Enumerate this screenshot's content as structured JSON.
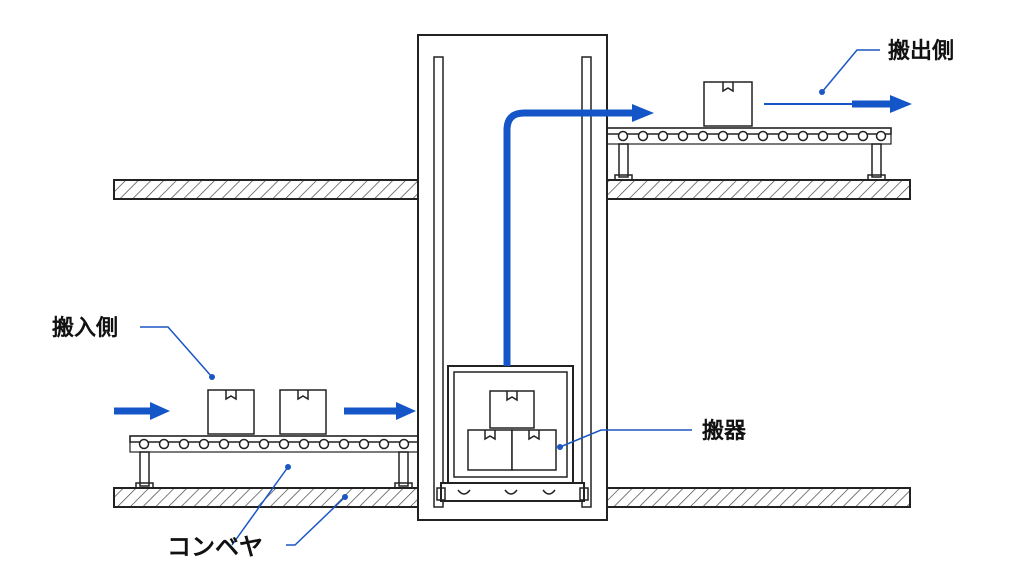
{
  "labels": {
    "outbound": "搬出側",
    "inbound": "搬入側",
    "carrier": "搬器",
    "conveyor": "コンベヤ"
  },
  "colors": {
    "flow_arrow": "#1456c8",
    "callout_line": "#1a56c4",
    "outline": "#222222"
  },
  "icons": {
    "box": "cardboard-box-icon",
    "arrow": "right-arrow-icon"
  }
}
